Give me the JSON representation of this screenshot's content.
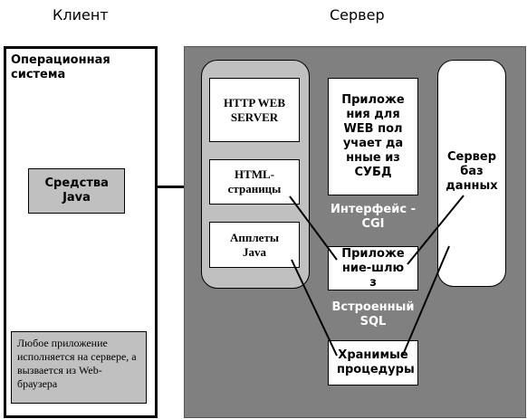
{
  "headings": {
    "client": "Клиент",
    "server": "Сервер"
  },
  "client": {
    "os_label": "Операционная система",
    "java_tools": "Средства Java",
    "note": "Любое приложение исполняется на сервере, а вызвается из Web-браузера"
  },
  "server": {
    "http_server": "HTTP WEB SERVER",
    "html_pages": "HTML-страницы",
    "applets": "Апплеты Java",
    "web_app": "Приложения для WEB получает данные из СУБД",
    "cgi_interface": "Интерфейс - CGI",
    "gateway_app": "Приложение-шлюз",
    "embedded_sql": "Встроенный SQL",
    "stored_procedures": "Хранимые процедуры",
    "db_server": "Сервер баз данных"
  },
  "colors": {
    "server_bg": "#808080",
    "box_gray": "#c0c0c0",
    "label_on_gray": "#ffffff"
  }
}
